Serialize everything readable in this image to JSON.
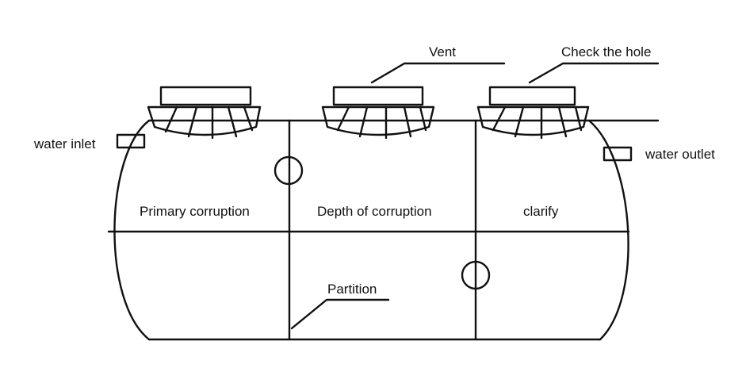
{
  "labels": {
    "vent": "Vent",
    "check_hole": "Check the hole",
    "water_inlet": "water inlet",
    "water_outlet": "water outlet",
    "primary": "Primary corruption",
    "depth": "Depth of corruption",
    "clarify": "clarify",
    "partition": "Partition"
  },
  "colors": {
    "line": "#111111",
    "background": "#ffffff"
  }
}
